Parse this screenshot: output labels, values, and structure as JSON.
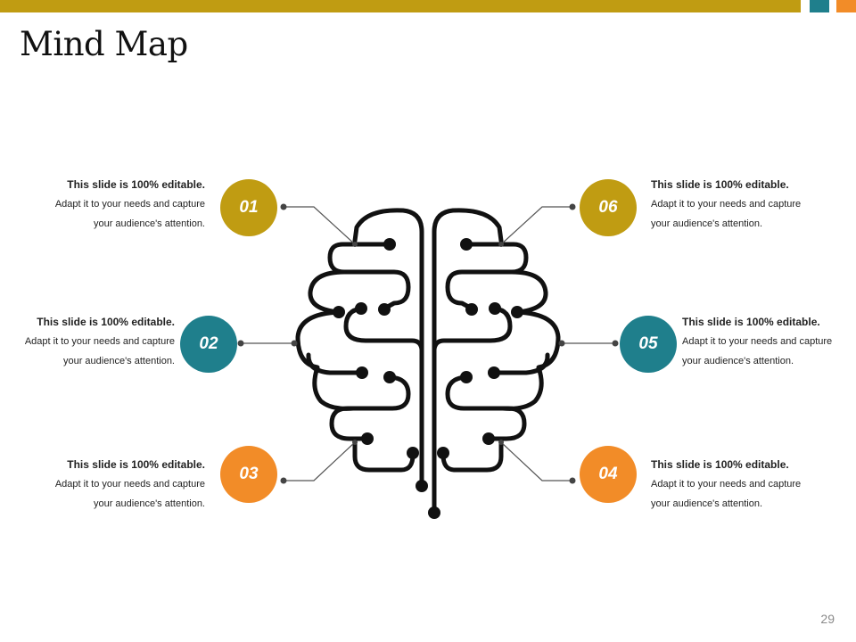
{
  "header": {
    "title": "Mind Map",
    "page_number": "29"
  },
  "colors": {
    "gold": "#c09c12",
    "teal": "#1f7f8c",
    "orange": "#f28c28",
    "line": "#111111"
  },
  "icons": [
    "brain-icon"
  ],
  "nodes": [
    {
      "num": "01",
      "heading": "This slide is 100% editable.",
      "line1": "Adapt it to your needs and capture",
      "line2": "your audience's attention."
    },
    {
      "num": "02",
      "heading": "This slide is 100% editable.",
      "line1": "Adapt it to your needs and capture",
      "line2": "your audience's attention."
    },
    {
      "num": "03",
      "heading": "This slide is 100% editable.",
      "line1": "Adapt it to your needs and capture",
      "line2": "your audience's attention."
    },
    {
      "num": "04",
      "heading": "This slide is 100% editable.",
      "line1": "Adapt it to your needs and capture",
      "line2": "your audience's attention."
    },
    {
      "num": "05",
      "heading": "This slide is 100% editable.",
      "line1": "Adapt it to your needs and capture",
      "line2": "your audience's attention."
    },
    {
      "num": "06",
      "heading": "This slide is 100% editable.",
      "line1": "Adapt it to your needs and capture",
      "line2": "your audience's attention."
    }
  ]
}
